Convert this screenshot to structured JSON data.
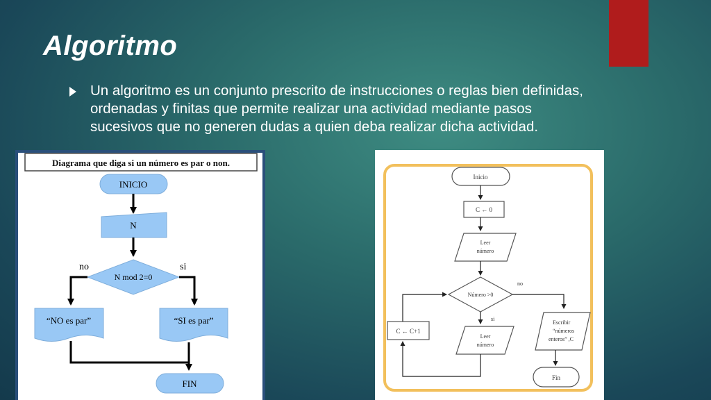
{
  "slide": {
    "title": "Algoritmo",
    "bullet_text": "Un algoritmo es un conjunto prescrito de instrucciones o reglas bien definidas, ordenadas y finitas que permite realizar una actividad mediante pasos sucesivos que no generen dudas a quien deba realizar dicha actividad.",
    "bullet_icon": "triangle-bullet-icon",
    "accent_color": "#b01c1c"
  },
  "diagram_left": {
    "caption": "Diagrama que diga si un número es par o non.",
    "nodes": {
      "start": "INICIO",
      "input": "N",
      "decision": "N mod 2=0",
      "no_output": "“NO es par”",
      "yes_output": "“SI es par”",
      "end": "FIN"
    },
    "labels": {
      "no": "no",
      "yes": "si"
    }
  },
  "diagram_right": {
    "nodes": {
      "start": "Inicio",
      "init": "C ← 0",
      "read1_l1": "Leer",
      "read1_l2": "número",
      "decision": "Número >0",
      "increment": "C ← C+1",
      "read2_l1": "Leer",
      "read2_l2": "número",
      "write_l1": "Escribir",
      "write_l2": "“números",
      "write_l3": "enteros” ,C",
      "end": "Fin"
    },
    "labels": {
      "no": "no",
      "yes": "si"
    }
  }
}
